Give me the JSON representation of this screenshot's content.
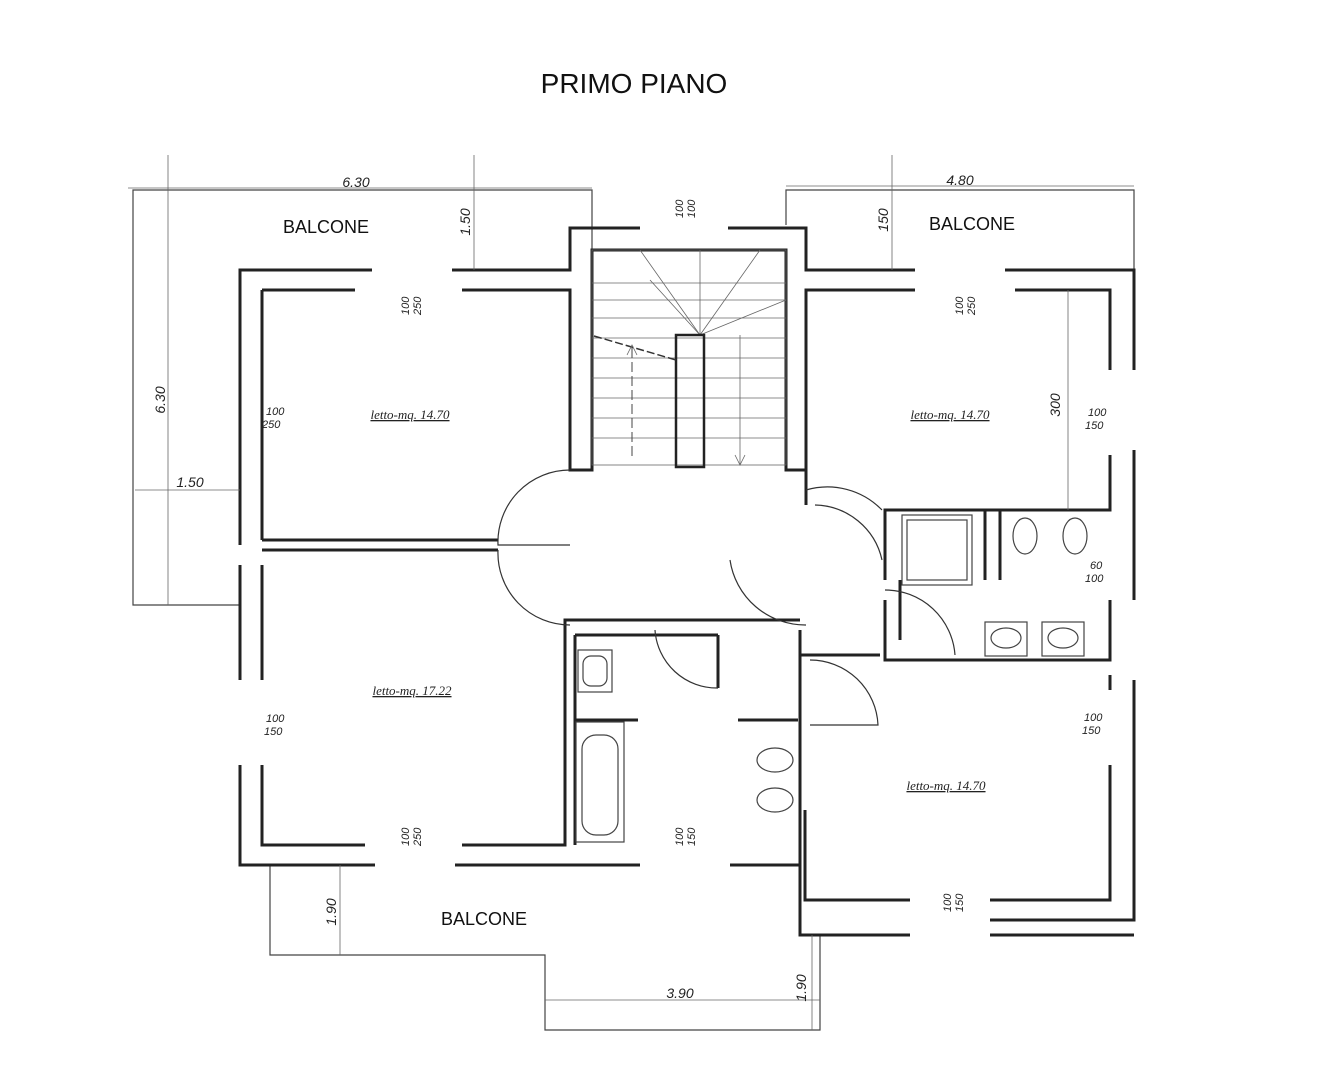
{
  "title": "PRIMO PIANO",
  "balconies": {
    "top_left": "BALCONE",
    "top_right": "BALCONE",
    "bottom": "BALCONE"
  },
  "rooms": {
    "top_left": "letto-mq. 14.70",
    "top_right": "letto-mq. 14.70",
    "bottom_left": "letto-mq. 17.22",
    "bottom_right": "letto-mq. 14.70"
  },
  "dimensions": {
    "top_left_width": "6.30",
    "top_left_height": "6.30",
    "top_left_balcony_depth": "1.50",
    "left_balcony_depth": "1.50",
    "top_right_width": "4.80",
    "top_right_balcony_depth": "150",
    "right_room_height": "300",
    "bottom_balcony_depth": "1.90",
    "bottom_balcony_width": "3.90",
    "bottom_balcony_depth_right": "1.90"
  },
  "openings": {
    "stair_window": [
      "100",
      "100"
    ],
    "top_left_window": [
      "100",
      "250"
    ],
    "top_left_side_window": [
      "100",
      "250"
    ],
    "top_right_window": [
      "100",
      "250"
    ],
    "top_right_side_window": [
      "100",
      "150"
    ],
    "bath_window": [
      "60",
      "100"
    ],
    "bottom_left_side_window": [
      "100",
      "150"
    ],
    "bottom_left_window": [
      "100",
      "250"
    ],
    "bath2_window": [
      "100",
      "150"
    ],
    "bottom_right_side_window": [
      "100",
      "150"
    ],
    "bottom_right_window": [
      "100",
      "150"
    ]
  }
}
